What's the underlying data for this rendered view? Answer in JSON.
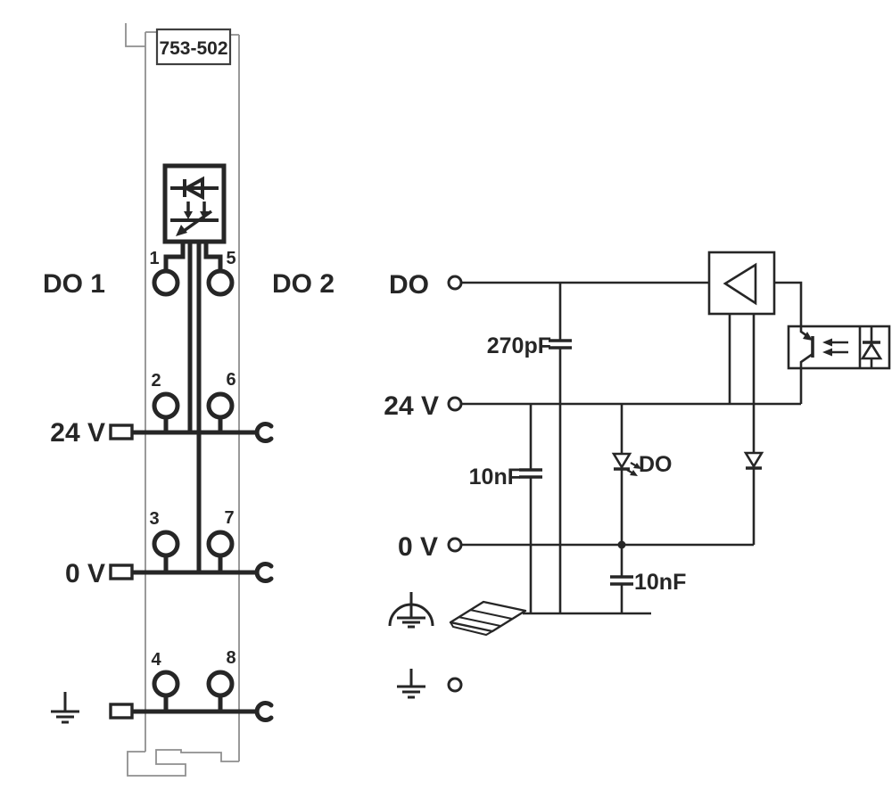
{
  "module": {
    "part_number": "753-502",
    "channel1_label": "DO 1",
    "channel2_label": "DO 2",
    "supply_label": "24 V",
    "ground_label": "0 V",
    "contacts": {
      "c1": "1",
      "c2": "2",
      "c3": "3",
      "c4": "4",
      "c5": "5",
      "c6": "6",
      "c7": "7",
      "c8": "8"
    }
  },
  "schematic": {
    "output_label": "DO",
    "supply_label": "24 V",
    "zero_volt_label": "0 V",
    "cap_input": "270pF",
    "cap_supply": "10nF",
    "cap_output": "10nF",
    "led_label": "DO"
  },
  "colors": {
    "ink": "#262626",
    "module_outline": "#8f8f8f",
    "background": "#ffffff"
  }
}
